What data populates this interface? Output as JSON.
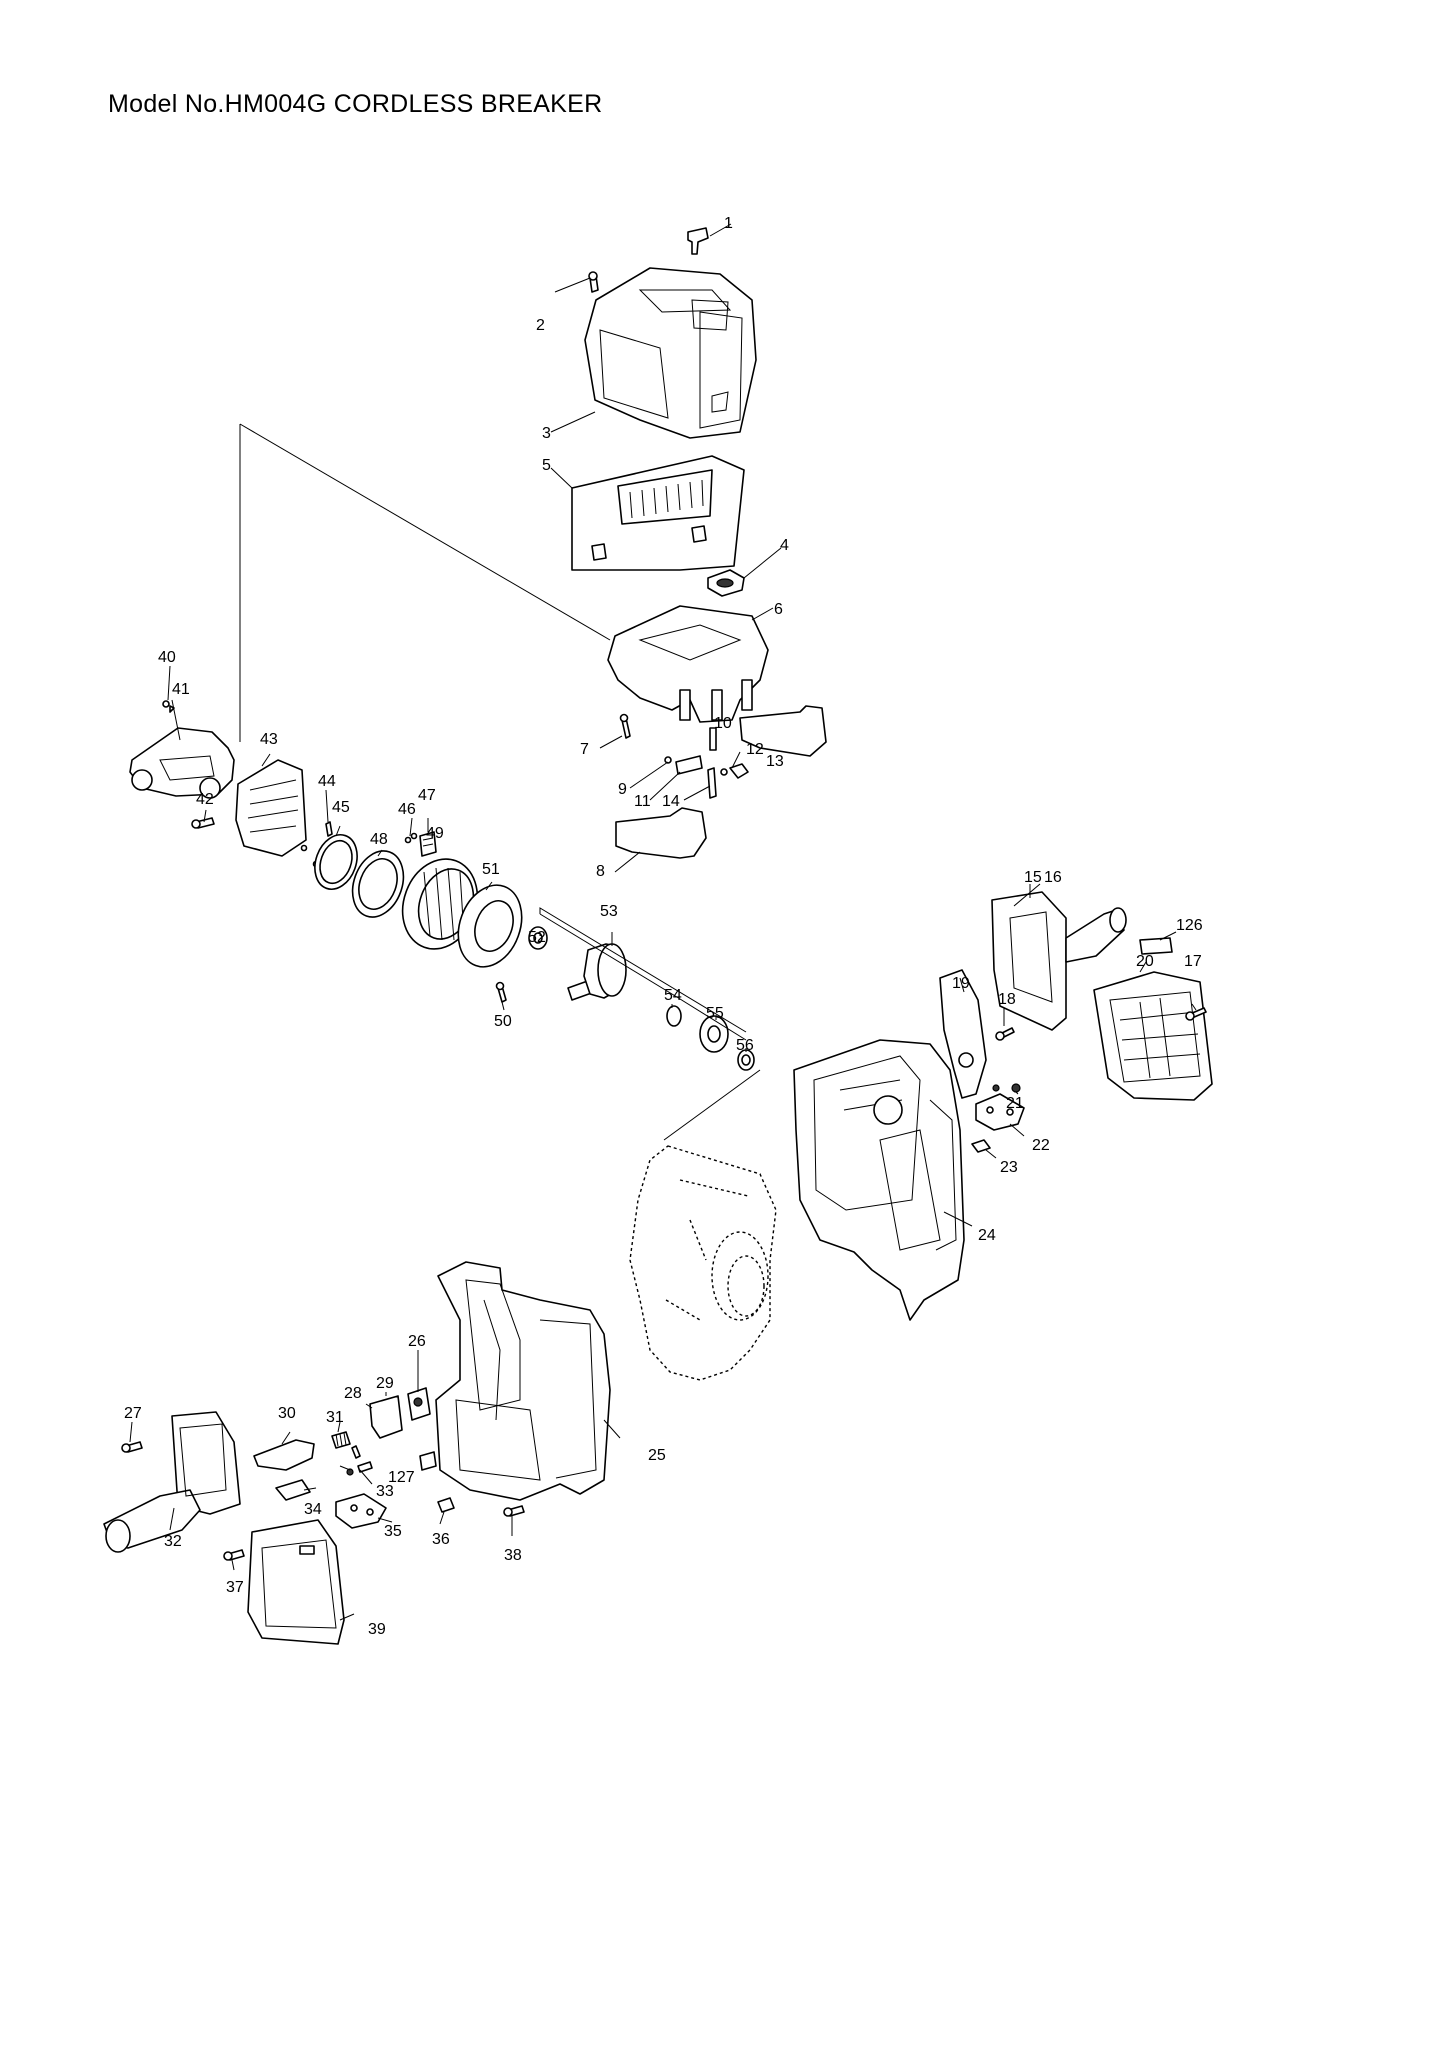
{
  "title": "Model No.HM004G CORDLESS BREAKER",
  "callouts": [
    {
      "id": "1",
      "text": "1"
    },
    {
      "id": "2",
      "text": "2"
    },
    {
      "id": "3",
      "text": "3"
    },
    {
      "id": "4",
      "text": "4"
    },
    {
      "id": "5",
      "text": "5"
    },
    {
      "id": "6",
      "text": "6"
    },
    {
      "id": "7",
      "text": "7"
    },
    {
      "id": "8",
      "text": "8"
    },
    {
      "id": "9",
      "text": "9"
    },
    {
      "id": "10",
      "text": "10"
    },
    {
      "id": "11",
      "text": "11"
    },
    {
      "id": "12",
      "text": "12"
    },
    {
      "id": "13",
      "text": "13"
    },
    {
      "id": "14",
      "text": "14"
    },
    {
      "id": "15",
      "text": "15"
    },
    {
      "id": "16",
      "text": "16"
    },
    {
      "id": "17",
      "text": "17"
    },
    {
      "id": "18",
      "text": "18"
    },
    {
      "id": "19",
      "text": "19"
    },
    {
      "id": "20",
      "text": "20"
    },
    {
      "id": "21",
      "text": "21"
    },
    {
      "id": "22",
      "text": "22"
    },
    {
      "id": "23",
      "text": "23"
    },
    {
      "id": "24",
      "text": "24"
    },
    {
      "id": "25",
      "text": "25"
    },
    {
      "id": "26",
      "text": "26"
    },
    {
      "id": "27",
      "text": "27"
    },
    {
      "id": "28",
      "text": "28"
    },
    {
      "id": "29",
      "text": "29"
    },
    {
      "id": "30",
      "text": "30"
    },
    {
      "id": "31",
      "text": "31"
    },
    {
      "id": "32",
      "text": "32"
    },
    {
      "id": "33",
      "text": "33"
    },
    {
      "id": "34",
      "text": "34"
    },
    {
      "id": "35",
      "text": "35"
    },
    {
      "id": "36",
      "text": "36"
    },
    {
      "id": "37",
      "text": "37"
    },
    {
      "id": "38",
      "text": "38"
    },
    {
      "id": "39",
      "text": "39"
    },
    {
      "id": "40",
      "text": "40"
    },
    {
      "id": "41",
      "text": "41"
    },
    {
      "id": "42",
      "text": "42"
    },
    {
      "id": "43",
      "text": "43"
    },
    {
      "id": "44",
      "text": "44"
    },
    {
      "id": "45",
      "text": "45"
    },
    {
      "id": "46",
      "text": "46"
    },
    {
      "id": "47",
      "text": "47"
    },
    {
      "id": "48",
      "text": "48"
    },
    {
      "id": "49",
      "text": "49"
    },
    {
      "id": "50",
      "text": "50"
    },
    {
      "id": "51",
      "text": "51"
    },
    {
      "id": "52",
      "text": "52"
    },
    {
      "id": "53",
      "text": "53"
    },
    {
      "id": "54",
      "text": "54"
    },
    {
      "id": "55",
      "text": "55"
    },
    {
      "id": "56",
      "text": "56"
    },
    {
      "id": "126",
      "text": "126"
    },
    {
      "id": "127",
      "text": "127"
    }
  ]
}
